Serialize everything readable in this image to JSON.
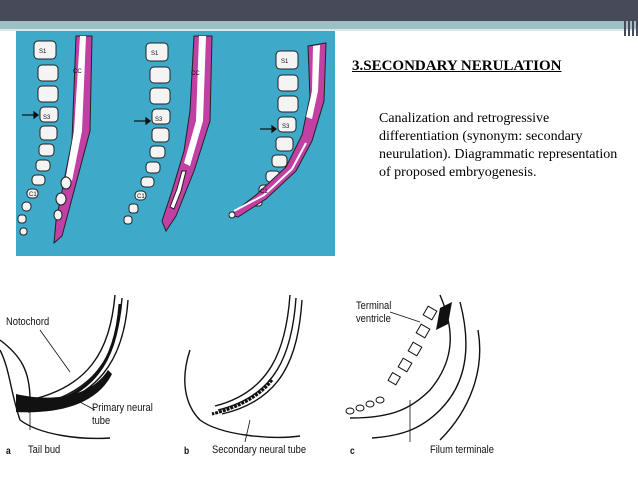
{
  "slide": {
    "title": "3.SECONDARY NERULATION",
    "description": "Canalization and retrogressive differentiation (synonym: secondary  neurulation). Diagrammatic representation  of proposed embryogenesis."
  },
  "colored_figure": {
    "vertebra_labels": {
      "s1": "S1",
      "s3": "S3",
      "c1": "C1",
      "cc": "CC"
    }
  },
  "drawings": {
    "panel_letters": [
      "a",
      "b",
      "c"
    ],
    "labels": {
      "notochord": "Notochord",
      "primary_neural_tube": [
        "Primary neural",
        "tube"
      ],
      "tail_bud": "Tail bud",
      "secondary_neural_tube": "Secondary neural tube",
      "terminal_ventricle": [
        "Terminal",
        "ventricle"
      ],
      "filum_terminale": "Filum terminale"
    }
  },
  "colors": {
    "header_dark": "#474a58",
    "header_teal": "#9cc1c5",
    "panel_blue": "#3ea9c9",
    "neural_pink": "#c23fa4"
  }
}
